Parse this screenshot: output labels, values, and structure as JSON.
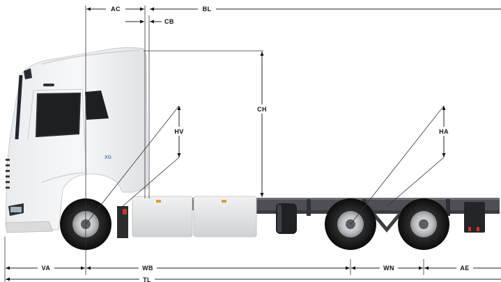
{
  "dimensions": {
    "AC": "AC",
    "BL": "BL",
    "CB": "CB",
    "CH": "CH",
    "HV": "HV",
    "HA": "HA",
    "VA": "VA",
    "WB": "WB",
    "WN": "WN",
    "AE": "AE",
    "TL": "TL"
  },
  "truck": {
    "badge": "XG"
  }
}
